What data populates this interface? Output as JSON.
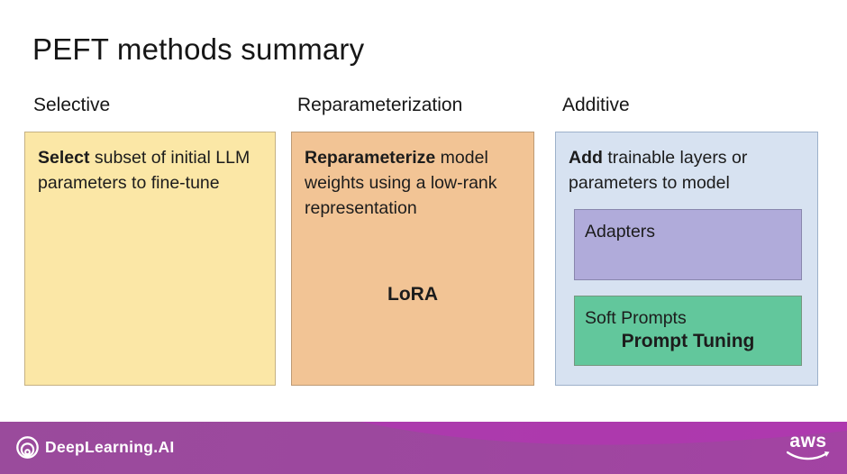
{
  "title": "PEFT methods summary",
  "selective": {
    "header": "Selective",
    "lead": "Select",
    "body": " subset of initial LLM parameters to fine-tune"
  },
  "reparameterization": {
    "header": "Reparameterization",
    "lead": "Reparameterize",
    "body": " model weights using a low-rank representation",
    "method": "LoRA"
  },
  "additive": {
    "header": "Additive",
    "lead": "Add",
    "body": " trainable layers or parameters to model",
    "adapters_label": "Adapters",
    "soft_prompts_label": "Soft Prompts",
    "prompt_tuning_label": "Prompt Tuning"
  },
  "footer": {
    "brand": "DeepLearning.AI",
    "aws": "aws"
  },
  "colors": {
    "selective_fill": "#fbe7a6",
    "reparameterization_fill": "#f2c495",
    "additive_fill": "#d7e2f1",
    "adapters_fill": "#b0abda",
    "soft_prompts_fill": "#62c79c",
    "footer_purple": "#9c4a9e",
    "footer_wave_magenta": "#b136b1",
    "text": "#1c1c1c"
  }
}
